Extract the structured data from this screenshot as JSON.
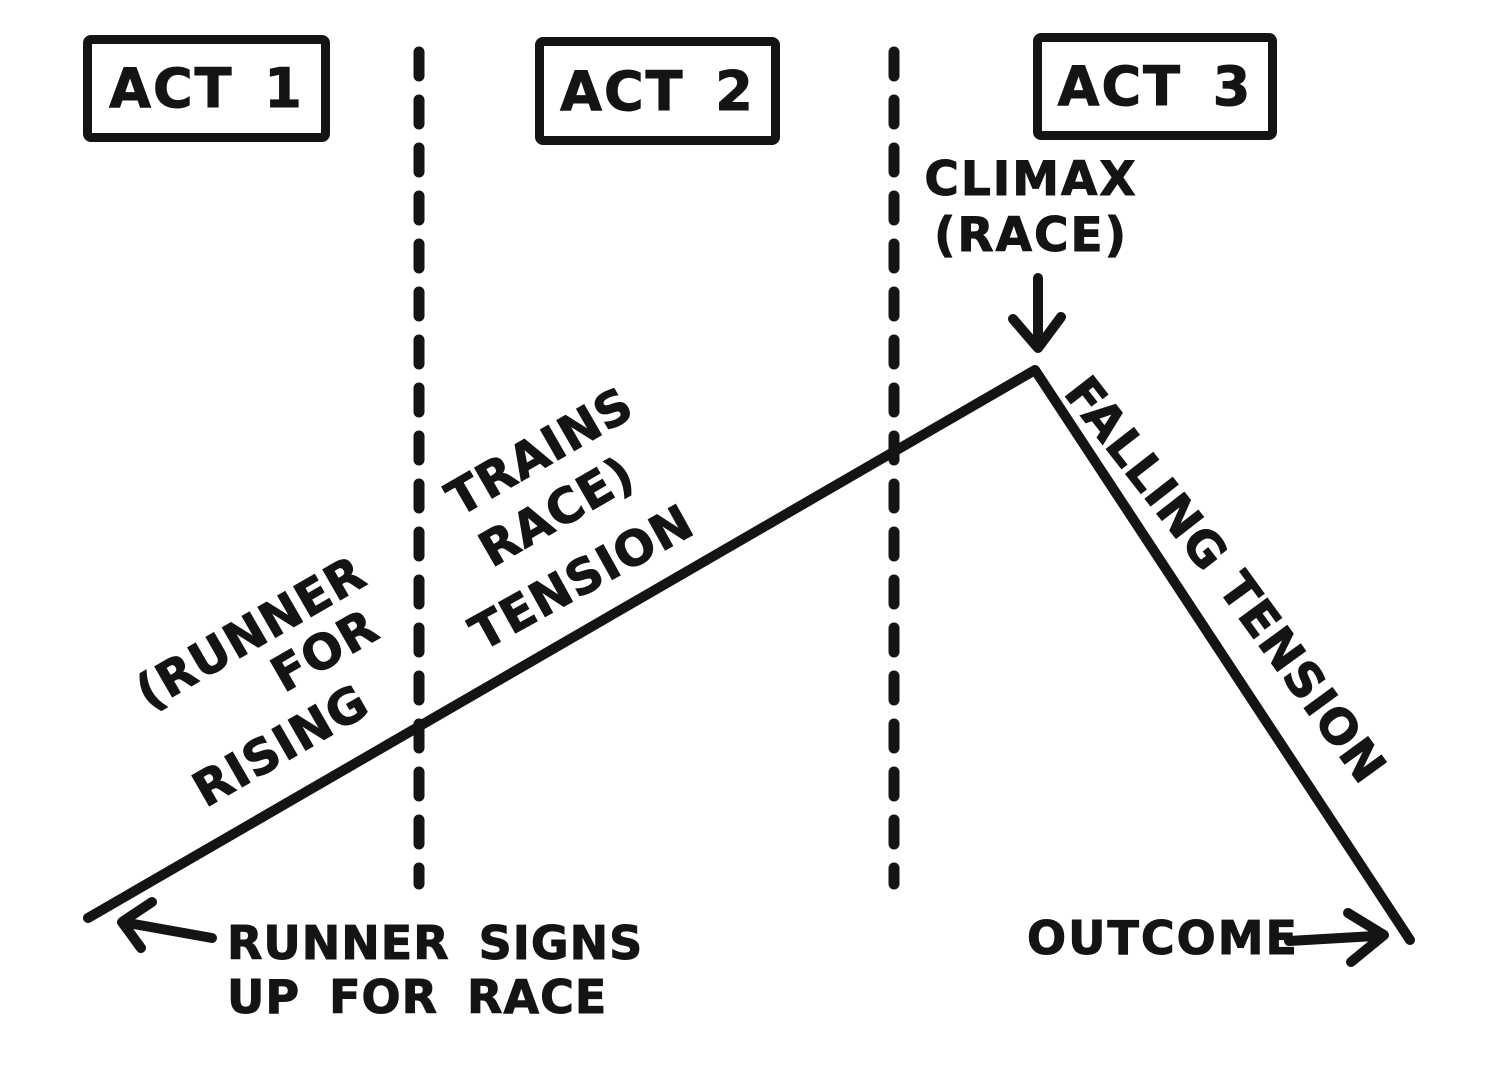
{
  "colors": {
    "ink": "#141414",
    "background": "#ffffff"
  },
  "acts": [
    {
      "label": "ACT 1"
    },
    {
      "label": "ACT 2"
    },
    {
      "label": "ACT 3"
    }
  ],
  "climax": {
    "line1": "CLIMAX",
    "line2": "(RACE)"
  },
  "rising_section": {
    "parenthetical_word1": "(RUNNER",
    "parenthetical_word2": "TRAINS",
    "parenthetical_word3": "FOR",
    "parenthetical_word4": "RACE)",
    "tension_word1": "RISING",
    "tension_word2": "TENSION"
  },
  "falling_section": {
    "tension_word1": "FALLING",
    "tension_word2": "TENSION"
  },
  "start_label": {
    "line1": "RUNNER SIGNS",
    "line2": "UP FOR RACE"
  },
  "end_label": {
    "label": "OUTCOME"
  },
  "icons": {
    "climax_pointer": "down-arrow",
    "start_pointer": "left-arrow",
    "outcome_pointer": "right-arrow"
  }
}
